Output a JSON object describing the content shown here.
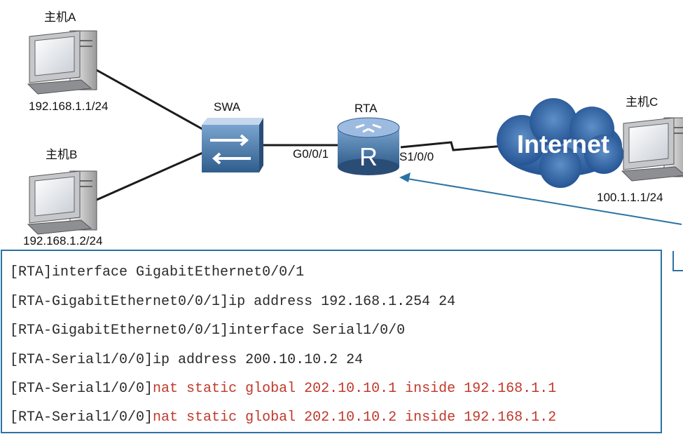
{
  "hosts": [
    {
      "name": "主机A",
      "ip": "192.168.1.1/24"
    },
    {
      "name": "主机B",
      "ip": "192.168.1.2/24"
    },
    {
      "name": "主机C",
      "ip": "100.1.1.1/24"
    }
  ],
  "switch": {
    "name": "SWA"
  },
  "router": {
    "name": "RTA",
    "glyph": "R",
    "port_lan": "G0/0/1",
    "port_wan": "S1/0/0"
  },
  "cloud": {
    "label": "Internet"
  },
  "commands": [
    {
      "prompt": "[RTA]",
      "text": "interface GigabitEthernet0/0/1",
      "color": "#2a2a2a"
    },
    {
      "prompt": "[RTA-GigabitEthernet0/0/1]",
      "text": "ip address 192.168.1.254 24",
      "color": "#2a2a2a"
    },
    {
      "prompt": "[RTA-GigabitEthernet0/0/1]",
      "text": "interface Serial1/0/0",
      "color": "#2a2a2a"
    },
    {
      "prompt": "[RTA-Serial1/0/0]",
      "text": "ip address 200.10.10.2 24",
      "color": "#2a2a2a"
    },
    {
      "prompt": "[RTA-Serial1/0/0]",
      "text": "nat static global 202.10.10.1 inside 192.168.1.1",
      "color": "#c0392b"
    },
    {
      "prompt": "[RTA-Serial1/0/0]",
      "text": "nat static global 202.10.10.2 inside 192.168.1.2",
      "color": "#c0392b"
    }
  ],
  "colors": {
    "device_blue": "#3e6b9c",
    "panel_border": "#2b72a3",
    "highlight": "#c0392b"
  }
}
